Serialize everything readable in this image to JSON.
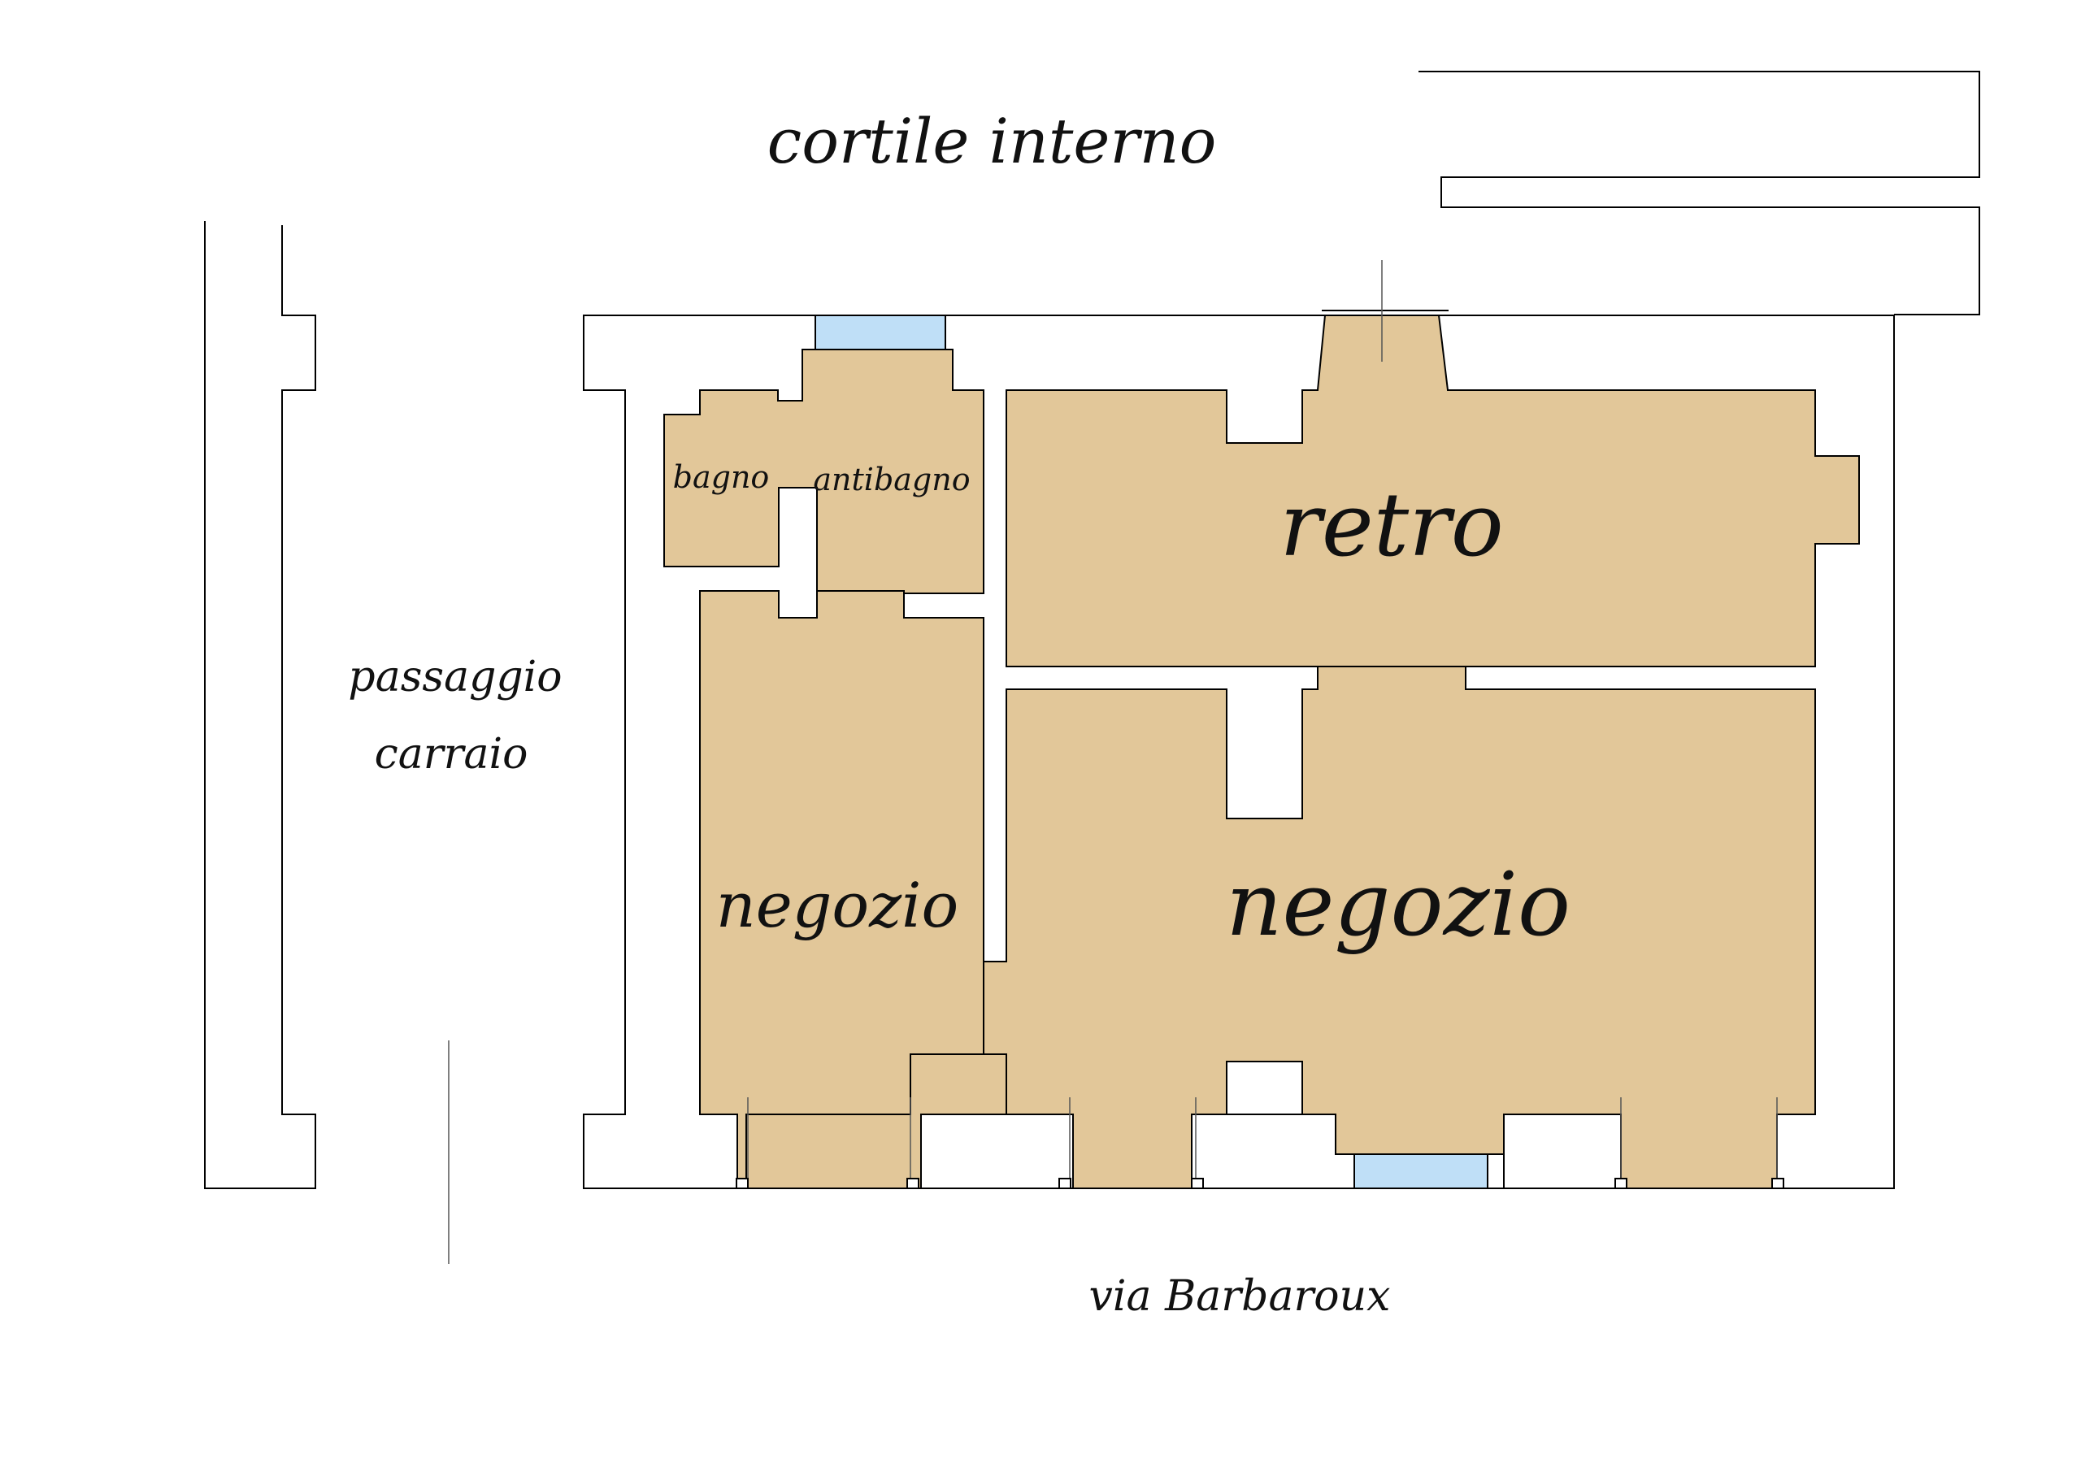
{
  "labels": {
    "courtyard": "cortile interno",
    "driveway_line1": "passaggio",
    "driveway_line2": "carraio",
    "bathroom": "bagno",
    "antibathroom": "antibagno",
    "back_room": "retro",
    "shop_small": "negozio",
    "shop_large": "negozio",
    "street": "via Barbaroux"
  },
  "colors": {
    "floor": "#e2c799",
    "window": "#bfdff7",
    "outline": "#000000",
    "background": "#ffffff"
  }
}
